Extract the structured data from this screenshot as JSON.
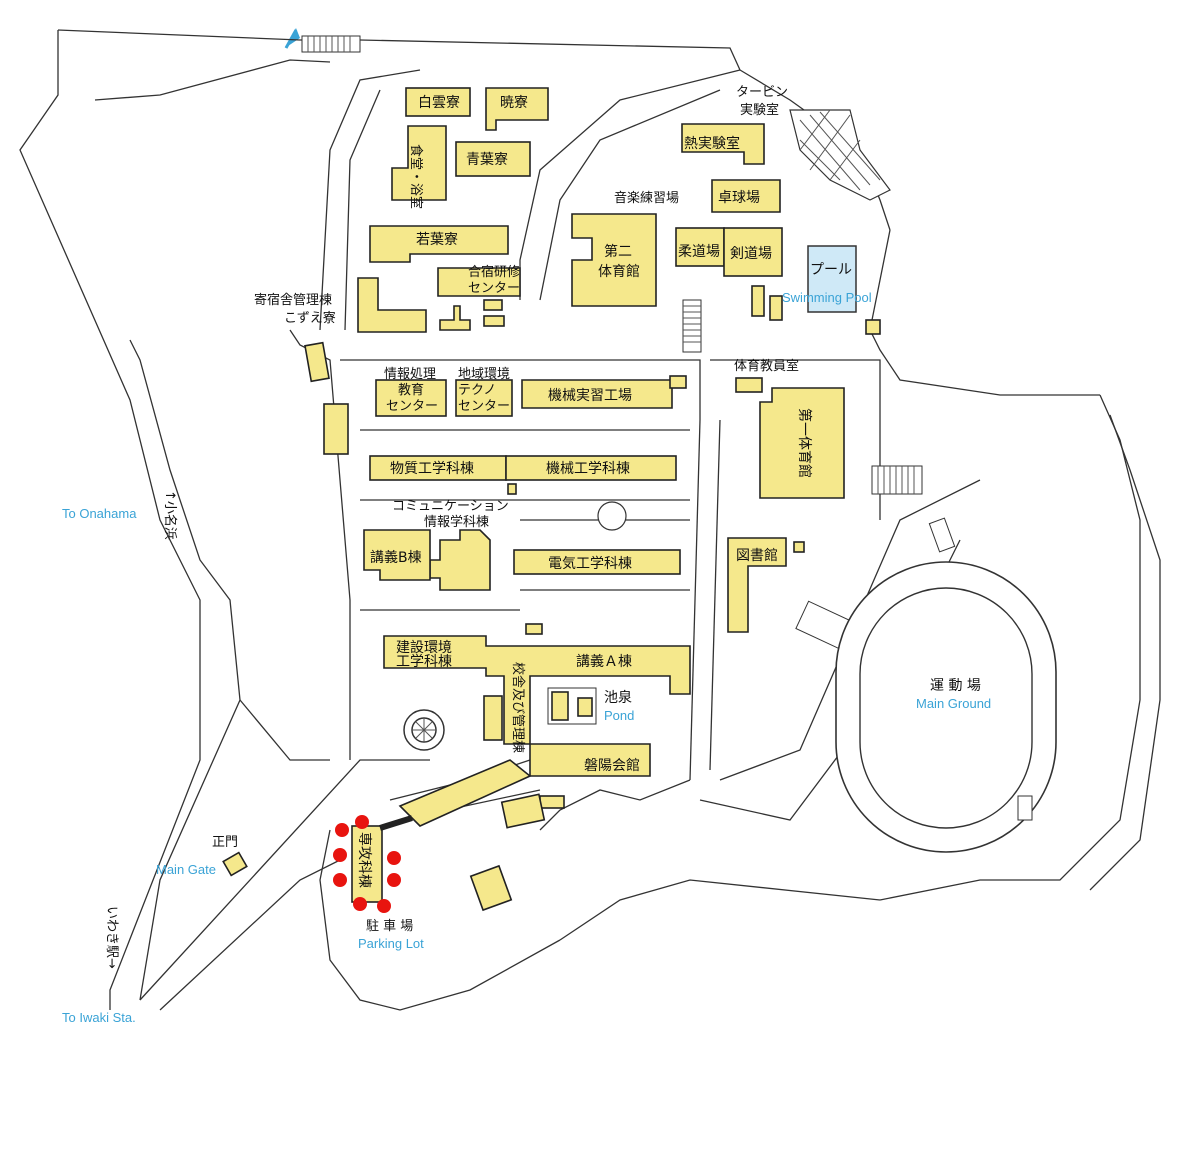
{
  "labels": {
    "hakuun": "白雲寮",
    "gyo": "暁寮",
    "shokudo": "食堂・浴室",
    "seiyo": "青葉寮",
    "wakaba": "若葉寮",
    "gasshuku": "合宿研修",
    "center": "センター",
    "kishuku_kanri": "寄宿舎管理棟",
    "kozue": "こずえ寮",
    "turbine1": "タービン",
    "turbine2": "実験室",
    "netsu": "熱実験室",
    "ongaku": "音楽練習場",
    "takkyu": "卓球場",
    "dai2_1": "第二",
    "dai2_2": "体育館",
    "judo": "柔道場",
    "kendo": "剣道場",
    "pool": "プール",
    "pool_en": "Swimming Pool",
    "joho1": "情報処理",
    "joho2": "教育",
    "joho3": "センター",
    "chiiki1": "地域環境",
    "chiiki2": "テクノ",
    "chiiki3": "センター",
    "kikai_jisshu": "機械実習工場",
    "taiiku_kyoin": "体育教員室",
    "dai1": "第一体育館",
    "busshitsu": "物質工学科棟",
    "kikai": "機械工学科棟",
    "comm1": "コミュニケーション",
    "comm2": "情報学科棟",
    "kogi_b": "講義B棟",
    "denki": "電気工学科棟",
    "toshokan": "図書館",
    "kensetsu1": "建設環境",
    "kensetsu2": "工学科棟",
    "kogi_a": "講義Ａ棟",
    "kosha": "校舎及び管理棟",
    "chisen": "池泉",
    "pond": "Pond",
    "bayo": "磐陽会館",
    "undojo": "運 動 場",
    "main_ground": "Main Ground",
    "senko": "専攻科棟",
    "chushajo": "駐 車 場",
    "parking": "Parking Lot",
    "seimon": "正門",
    "main_gate": "Main Gate",
    "to_onahama": "To Onahama",
    "onahama_jp": "↑小名浜",
    "iwaki_jp": "いわき駅→",
    "to_iwaki": "To Iwaki Sta."
  },
  "colors": {
    "building": "#f5e88c",
    "pool": "#cfe9f7",
    "highlight_dots": "#e8140f",
    "english_labels": "#3aa3d6",
    "north_arrow": "#3aa3d6"
  },
  "icons": [
    "north-arrow-icon",
    "roundabout-icon"
  ]
}
